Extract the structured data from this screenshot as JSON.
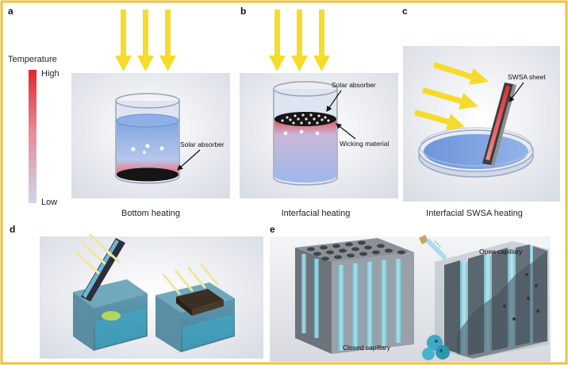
{
  "colors": {
    "border": "#f2c230",
    "arrow": "#f6dc2a",
    "hot": "#e02a2a",
    "cold": "#c9d2ea",
    "water": "#6d9ad8",
    "capillary": "#6cc6d8"
  },
  "panels": {
    "a": {
      "letter": "a",
      "caption": "Bottom heating",
      "label": "Solar absorber"
    },
    "b": {
      "letter": "b",
      "caption": "Interfacial heating",
      "label_top": "Solar absorber",
      "label_bottom": "Wicking material"
    },
    "c": {
      "letter": "c",
      "caption": "Interfacial SWSA heating",
      "label": "SWSA sheet"
    },
    "d": {
      "letter": "d"
    },
    "e": {
      "letter": "e",
      "label_closed": "Closed capillary",
      "label_open": "Open capillary"
    }
  },
  "temperature_scale": {
    "title": "Temperature",
    "high": "High",
    "low": "Low"
  }
}
